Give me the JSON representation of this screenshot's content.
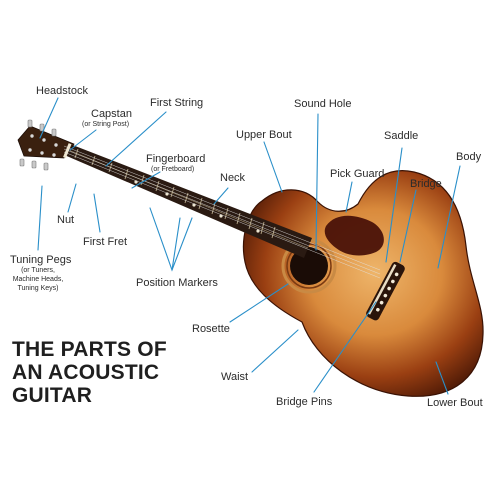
{
  "title_lines": [
    "THE PARTS OF",
    "AN ACOUSTIC",
    "GUITAR"
  ],
  "labels": {
    "headstock": "Headstock",
    "capstan": "Capstan",
    "capstan_alt": "(or String Post)",
    "first_string": "First String",
    "sound_hole": "Sound Hole",
    "upper_bout": "Upper Bout",
    "saddle": "Saddle",
    "body": "Body",
    "fingerboard": "Fingerboard",
    "fingerboard_alt": "(or Fretboard)",
    "neck": "Neck",
    "pick_guard": "Pick Guard",
    "bridge": "Bridge",
    "nut": "Nut",
    "first_fret": "First Fret",
    "tuning_pegs": "Tuning Pegs",
    "tuning_pegs_alt_1": "(or Tuners,",
    "tuning_pegs_alt_2": "Machine Heads,",
    "tuning_pegs_alt_3": "Tuning Keys)",
    "position_markers": "Position Markers",
    "rosette": "Rosette",
    "waist": "Waist",
    "bridge_pins": "Bridge Pins",
    "lower_bout": "Lower Bout"
  },
  "colors": {
    "leader_line": "#2a8fc9",
    "body_center": "#e6a45a",
    "body_edge": "#5a1f08",
    "fingerboard": "#2a1a12",
    "pick_guard": "#4a1208",
    "text": "#2b2b2b"
  }
}
